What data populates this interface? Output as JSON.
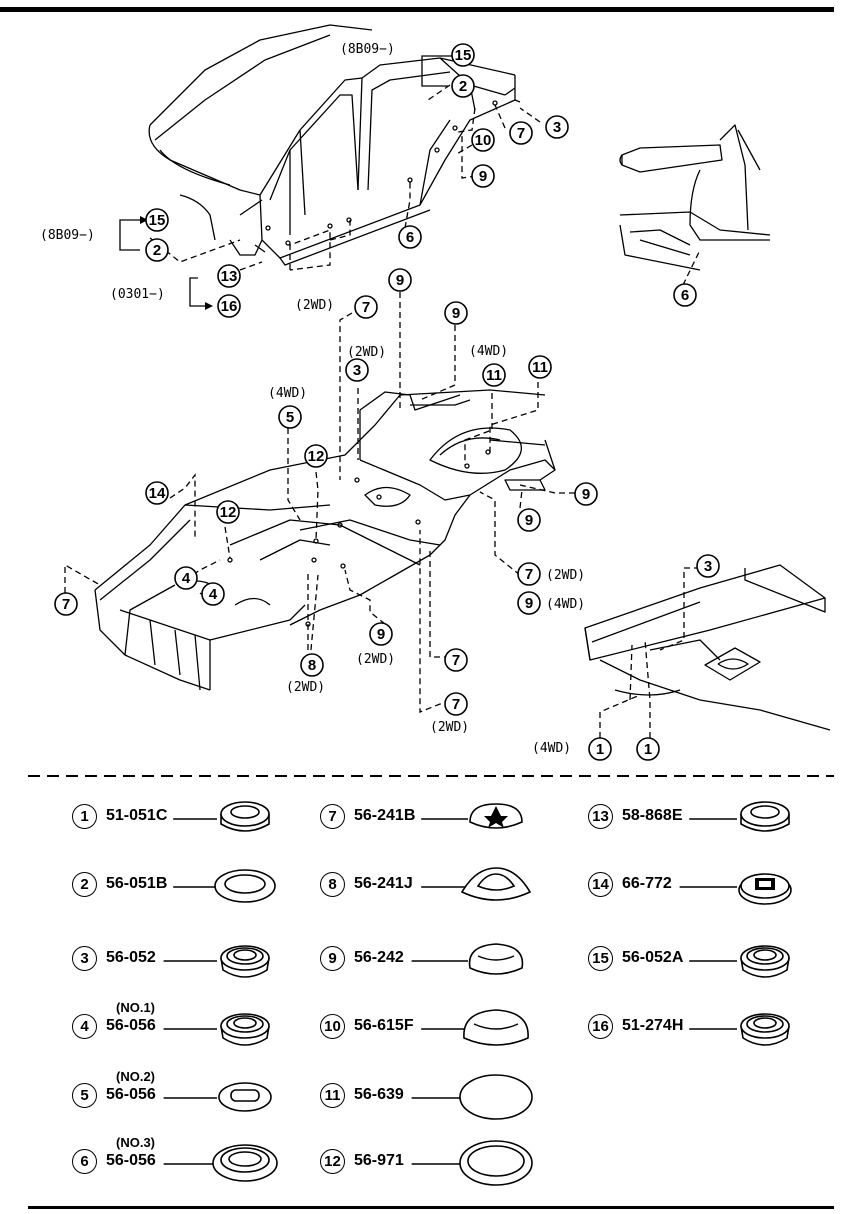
{
  "diagram": {
    "callouts": [
      {
        "id": "c15a",
        "num": "15"
      },
      {
        "id": "c2a",
        "num": "2"
      },
      {
        "id": "c3a",
        "num": "3"
      },
      {
        "id": "c7a",
        "num": "7"
      },
      {
        "id": "c10a",
        "num": "10"
      },
      {
        "id": "c9a",
        "num": "9"
      },
      {
        "id": "c6a",
        "num": "6"
      },
      {
        "id": "c6b",
        "num": "6"
      },
      {
        "id": "c15b",
        "num": "15"
      },
      {
        "id": "c2b",
        "num": "2"
      },
      {
        "id": "c13a",
        "num": "13"
      },
      {
        "id": "c16a",
        "num": "16"
      },
      {
        "id": "c9b",
        "num": "9"
      },
      {
        "id": "c7b",
        "num": "7"
      },
      {
        "id": "c9c",
        "num": "9"
      },
      {
        "id": "c3b",
        "num": "3"
      },
      {
        "id": "c11a",
        "num": "11"
      },
      {
        "id": "c11b",
        "num": "11"
      },
      {
        "id": "c5a",
        "num": "5"
      },
      {
        "id": "c12a",
        "num": "12"
      },
      {
        "id": "c14a",
        "num": "14"
      },
      {
        "id": "c12b",
        "num": "12"
      },
      {
        "id": "c9d",
        "num": "9"
      },
      {
        "id": "c9e",
        "num": "9"
      },
      {
        "id": "c4a",
        "num": "4"
      },
      {
        "id": "c4b",
        "num": "4"
      },
      {
        "id": "c7c",
        "num": "7"
      },
      {
        "id": "c7d",
        "num": "7"
      },
      {
        "id": "c9f",
        "num": "9"
      },
      {
        "id": "c3c",
        "num": "3"
      },
      {
        "id": "c9g",
        "num": "9"
      },
      {
        "id": "c8a",
        "num": "8"
      },
      {
        "id": "c7e",
        "num": "7"
      },
      {
        "id": "c7f",
        "num": "7"
      },
      {
        "id": "c1a",
        "num": "1"
      },
      {
        "id": "c1b",
        "num": "1"
      }
    ],
    "notes": {
      "n_8b09_top": "(8B09−)",
      "n_8b09_left": "(8B09−)",
      "n_0301": "(0301−)",
      "n_2wd_7": "(2WD)",
      "n_2wd_3": "(2WD)",
      "n_4wd_11": "(4WD)",
      "n_4wd_5": "(4WD)",
      "n_2wd_7c": "(2WD)",
      "n_4wd_9f": "(4WD)",
      "n_2wd_9g": "(2WD)",
      "n_2wd_8": "(2WD)",
      "n_2wd_7f": "(2WD)",
      "n_4wd_1": "(4WD)"
    }
  },
  "legend": [
    {
      "num": "1",
      "part": "51-051C",
      "note": ""
    },
    {
      "num": "2",
      "part": "56-051B",
      "note": ""
    },
    {
      "num": "3",
      "part": "56-052",
      "note": ""
    },
    {
      "num": "4",
      "part": "56-056",
      "note": "(NO.1)"
    },
    {
      "num": "5",
      "part": "56-056",
      "note": "(NO.2)"
    },
    {
      "num": "6",
      "part": "56-056",
      "note": "(NO.3)"
    },
    {
      "num": "7",
      "part": "56-241B",
      "note": ""
    },
    {
      "num": "8",
      "part": "56-241J",
      "note": ""
    },
    {
      "num": "9",
      "part": "56-242",
      "note": ""
    },
    {
      "num": "10",
      "part": "56-615F",
      "note": ""
    },
    {
      "num": "11",
      "part": "56-639",
      "note": ""
    },
    {
      "num": "12",
      "part": "56-971",
      "note": ""
    },
    {
      "num": "13",
      "part": "58-868E",
      "note": ""
    },
    {
      "num": "14",
      "part": "66-772",
      "note": ""
    },
    {
      "num": "15",
      "part": "56-052A",
      "note": ""
    },
    {
      "num": "16",
      "part": "51-274H",
      "note": ""
    }
  ]
}
